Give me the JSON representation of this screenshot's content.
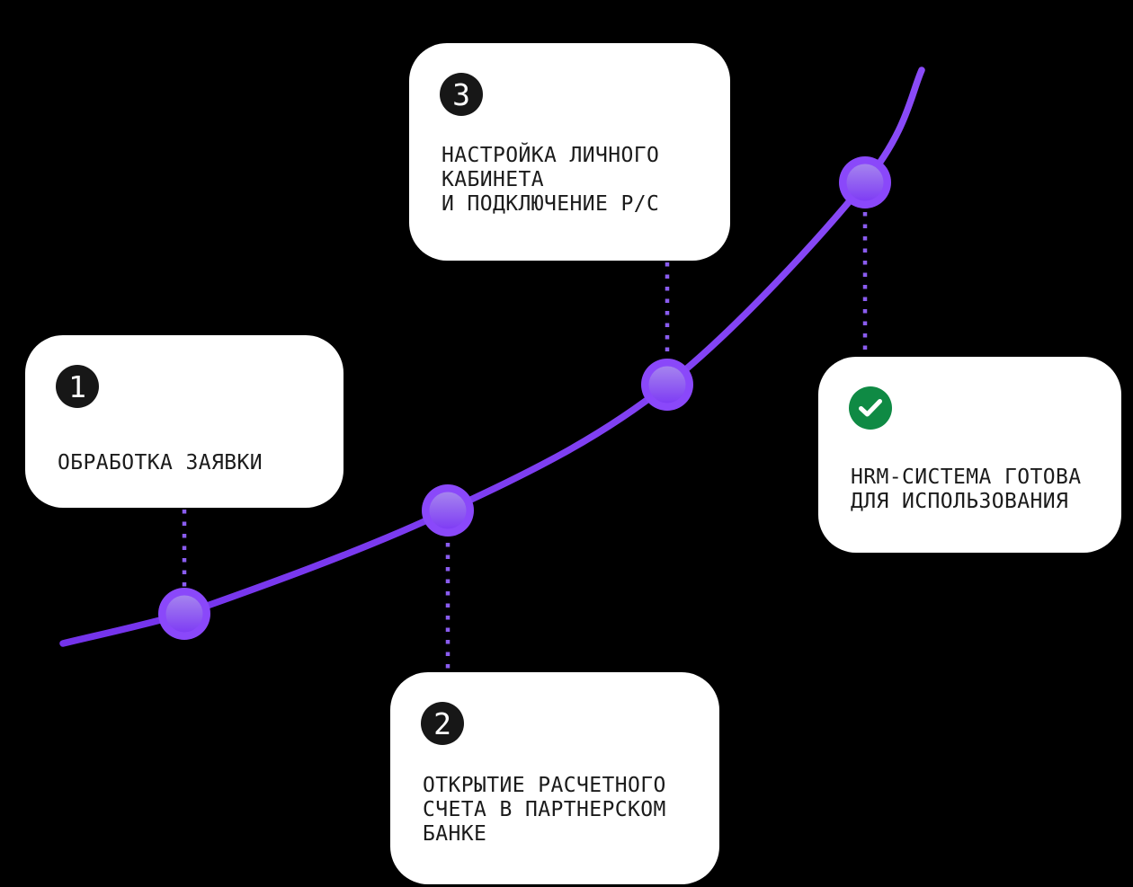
{
  "page": {
    "background": "#000000",
    "description": "Four-step onboarding roadmap on an ascending growth curve"
  },
  "colors": {
    "card_bg": "#FFFFFF",
    "text": "#1B1B1B",
    "badge_bg": "#171717",
    "badge_text": "#FFFFFF",
    "success_green": "#0F8A44",
    "check_white": "#FFFFFF",
    "curve_start": "#7433EB",
    "curve_end": "#8A4BF8",
    "node": "#8A48FA",
    "node_inner_top": "#A584EE",
    "node_inner_bottom": "#7F3DF4",
    "connector": "#8A5CF0"
  },
  "steps": [
    {
      "number": "1",
      "lines": [
        "ОБРАБОТКА ЗАЯВКИ"
      ]
    },
    {
      "number": "2",
      "lines": [
        "ОТКРЫТИЕ РАСЧЕТНОГО",
        "СЧЕТА В ПАРТНЕРСКОМ",
        "БАНКЕ"
      ]
    },
    {
      "number": "3",
      "lines": [
        "НАСТРОЙКА ЛИЧНОГО",
        "КАБИНЕТА",
        "И ПОДКЛЮЧЕНИЕ Р/С"
      ]
    },
    {
      "icon": "check-icon",
      "lines": [
        "HRM-СИСТЕМА ГОТОВА",
        "ДЛЯ ИСПОЛЬЗОВАНИЯ"
      ]
    }
  ]
}
